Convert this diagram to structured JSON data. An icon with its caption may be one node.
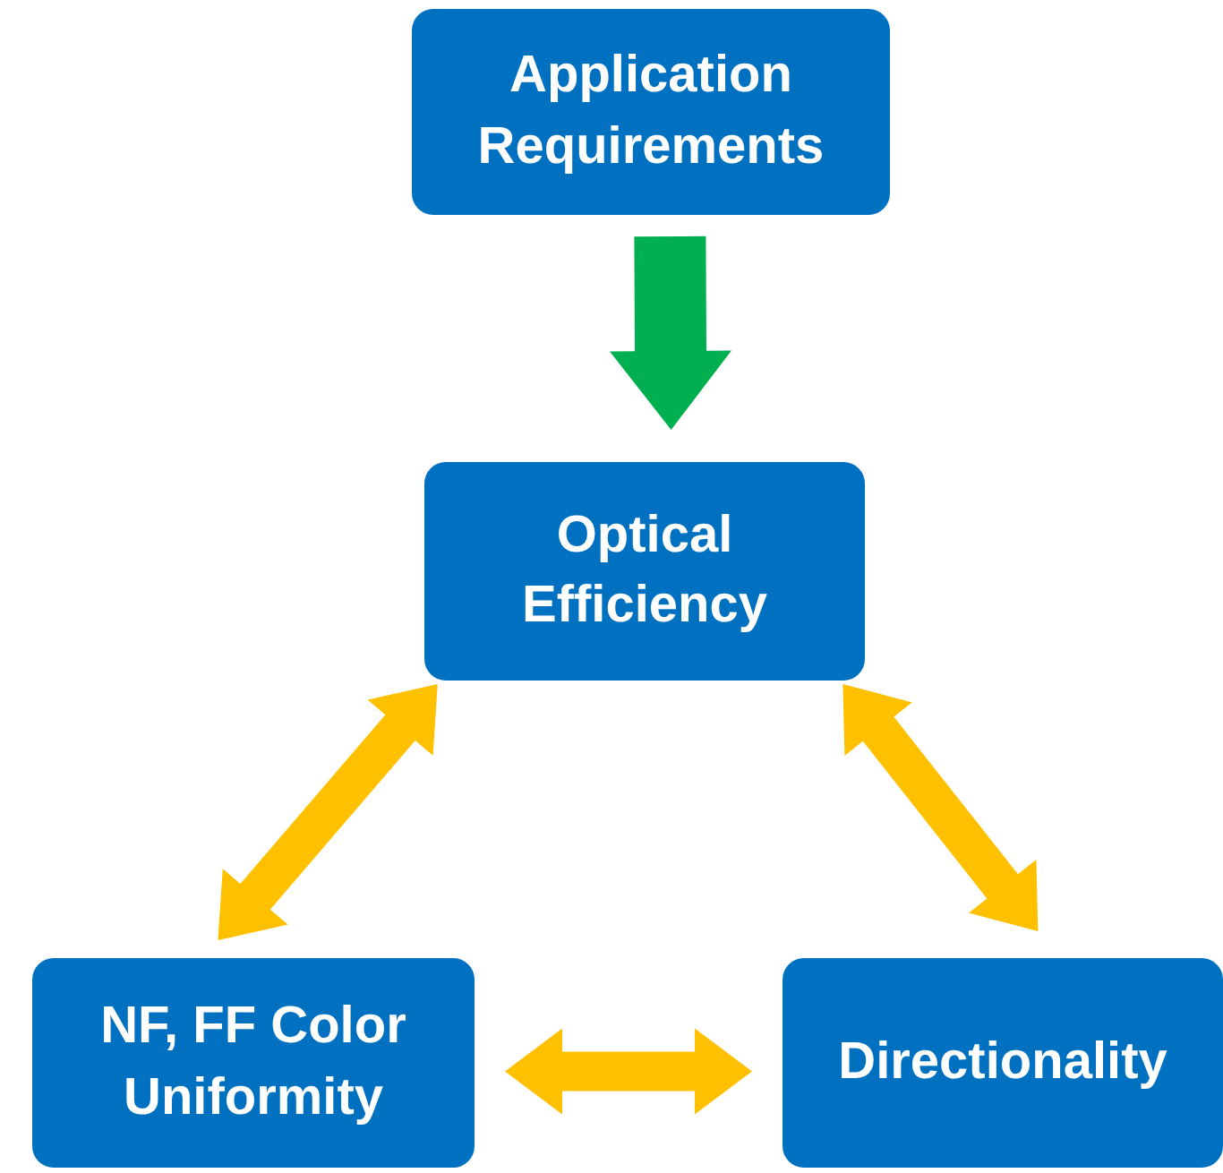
{
  "diagram": {
    "nodes": [
      {
        "text": [
          "Application Requirements"
        ]
      },
      {
        "text": [
          "Optical Efficiency"
        ]
      },
      {
        "text": [
          "NF, FF Color Uniformity"
        ]
      },
      {
        "text": [
          "Directionality"
        ]
      }
    ],
    "edges": [
      {
        "from": 0,
        "to": 1,
        "arrow": "to",
        "style": "thick",
        "color": "#00b050"
      },
      {
        "from": 1,
        "to": 2,
        "arrow": "both",
        "style": "thick"
      },
      {
        "from": 1,
        "to": 3,
        "arrow": "both",
        "style": "thick"
      },
      {
        "from": 2,
        "to": 3,
        "arrow": "both",
        "style": "thick"
      }
    ]
  }
}
